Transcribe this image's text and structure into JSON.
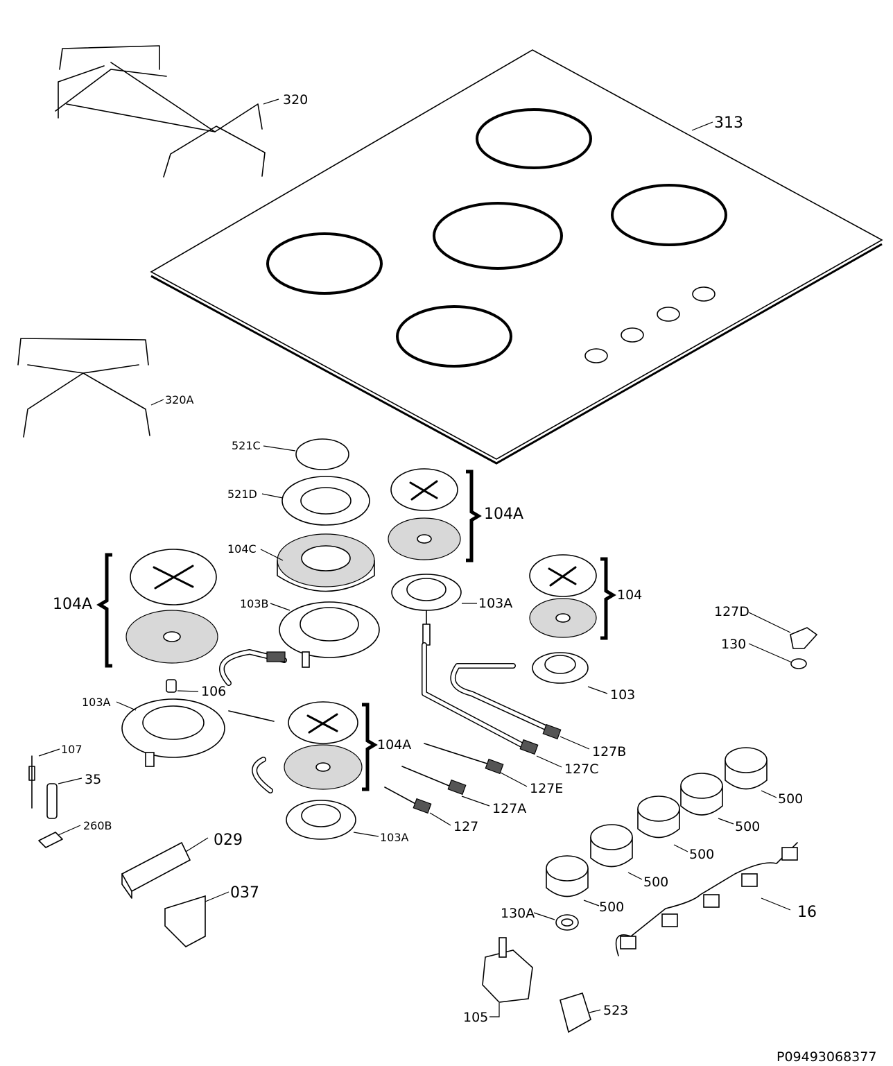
{
  "drawing": {
    "reference_code": "P09493068377"
  },
  "labels": {
    "l320": "320",
    "l313": "313",
    "l320A": "320A",
    "l521C": "521C",
    "l521D": "521D",
    "l104A_top": "104A",
    "l104C": "104C",
    "l104A_left": "104A",
    "l103B": "103B",
    "l103A_mid": "103A",
    "l104": "104",
    "l127D": "127D",
    "l130": "130",
    "l106": "106",
    "l103": "103",
    "l103A_left": "103A",
    "l104A_bottom": "104A",
    "l127B": "127B",
    "l107": "107",
    "l127C": "127C",
    "l35": "35",
    "l127E": "127E",
    "l500a": "500",
    "l260B": "260B",
    "l127A": "127A",
    "l127": "127",
    "l103A_bottom": "103A",
    "l500b": "500",
    "l029": "029",
    "l500c": "500",
    "l500d": "500",
    "l037": "037",
    "l16": "16",
    "l500e": "500",
    "l130A": "130A",
    "l105": "105",
    "l523": "523"
  }
}
